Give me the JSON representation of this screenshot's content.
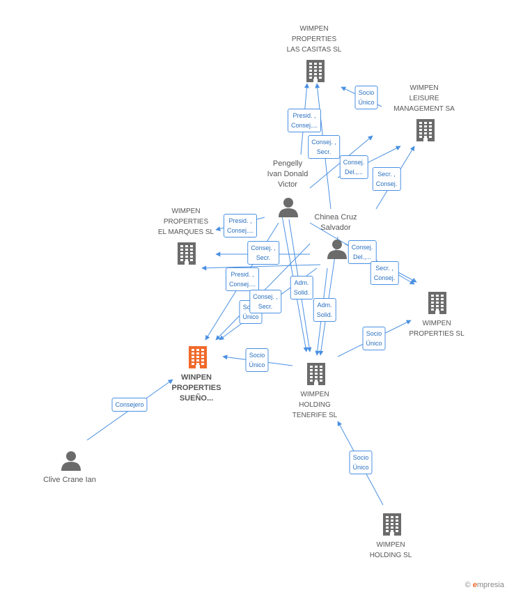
{
  "colors": {
    "edge": "#4a90e2",
    "building": "#6b6b6b",
    "highlight": "#f06a2a",
    "person": "#6b6b6b"
  },
  "companies": {
    "casitas": [
      "WIMPEN",
      "PROPERTIES",
      "LAS CASITAS SL"
    ],
    "leisure": [
      "WIMPEN",
      "LEISURE",
      "MANAGEMENT SA"
    ],
    "marques": [
      "WIMPEN",
      "PROPERTIES",
      "EL MARQUES SL"
    ],
    "sueno": [
      "WINPEN",
      "PROPERTIES",
      "SUEÑO..."
    ],
    "tenerife": [
      "WIMPEN",
      "HOLDING",
      "TENERIFE  SL"
    ],
    "properties": [
      "WIMPEN",
      "PROPERTIES SL"
    ],
    "holding": [
      "WIMPEN",
      "HOLDING  SL"
    ]
  },
  "persons": {
    "pengelly": [
      "Pengelly",
      "Ivan Donald",
      "Victor"
    ],
    "chinea": [
      "Chinea Cruz",
      "Salvador"
    ],
    "clive": [
      "Clive Crane Ian"
    ]
  },
  "relations": {
    "r1": [
      "Socio",
      "Único"
    ],
    "r2": [
      "Presid. ,",
      "Consej...."
    ],
    "r3": [
      "Consej. ,",
      "Secr."
    ],
    "r4": [
      "Consej.",
      "Del.,..."
    ],
    "r5": [
      "Secr. ,",
      "Consej."
    ],
    "r6": [
      "Presid. ,",
      "Consej...."
    ],
    "r7": [
      "Consej. ,",
      "Secr."
    ],
    "r8": [
      "Consej.",
      "Del.,..."
    ],
    "r9": [
      "Secr. ,",
      "Consej."
    ],
    "r10": [
      "Presid. ,",
      "Consej...."
    ],
    "r11": [
      "Consej. ,",
      "Secr."
    ],
    "r12": [
      "Socio",
      "Único"
    ],
    "r13": [
      "Adm.",
      "Solid."
    ],
    "r14": [
      "Adm.",
      "Solid."
    ],
    "r15": [
      "Socio",
      "Único"
    ],
    "r16": [
      "Socio",
      "Único"
    ],
    "r17": [
      "Consejero"
    ],
    "r18": [
      "Socio",
      "Único"
    ]
  },
  "brand": {
    "copyright": "©",
    "initial": "e",
    "rest": "mpresia"
  }
}
